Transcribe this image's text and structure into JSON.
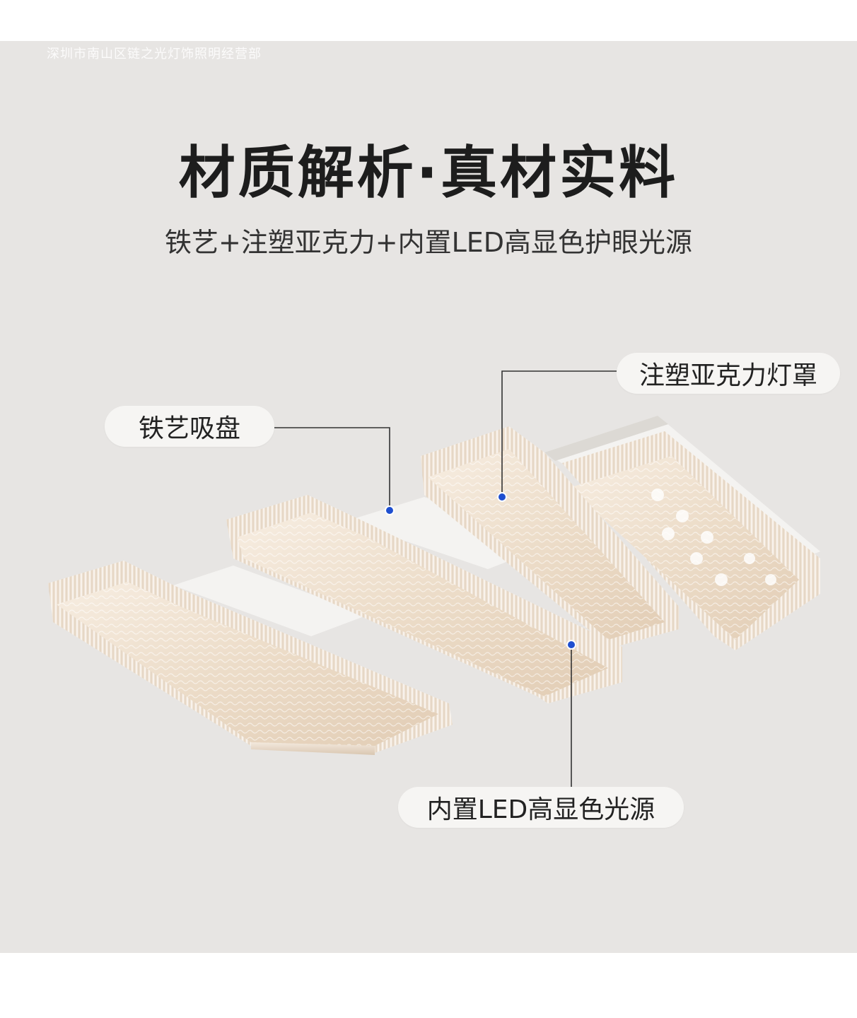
{
  "watermark": "深圳市南山区链之光灯饰照明经营部",
  "title": "材质解析·真材实料",
  "subtitle": "铁艺+注塑亚克力+内置LED高显色护眼光源",
  "callouts": {
    "shade": "注塑亚克力灯罩",
    "base": "铁艺吸盘",
    "light_source": "内置LED高显色光源"
  },
  "colors": {
    "background": "#e7e5e3",
    "dot": "#1f4fd0",
    "pill": "#f6f5f3"
  }
}
